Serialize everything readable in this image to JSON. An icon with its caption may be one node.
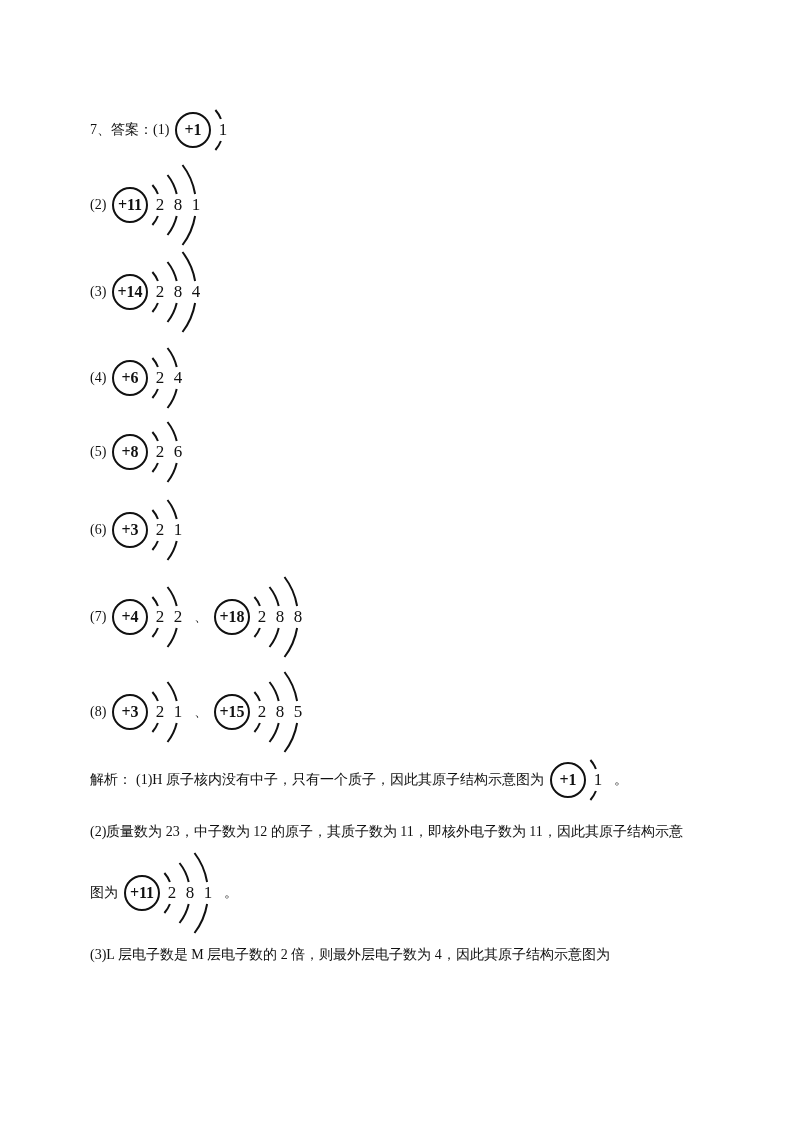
{
  "diagram": {
    "nodes": [
      {
        "text": [
          "+1"
        ],
        "beside": [
          "1"
        ]
      },
      {
        "text": [
          "+11"
        ],
        "beside": [
          "2",
          "8",
          "1"
        ]
      },
      {
        "text": [
          "+14"
        ],
        "beside": [
          "2",
          "8",
          "4"
        ]
      },
      {
        "text": [
          "+6"
        ],
        "beside": [
          "2",
          "4"
        ]
      },
      {
        "text": [
          "+8"
        ],
        "beside": [
          "2",
          "6"
        ]
      },
      {
        "text": [
          "+3"
        ],
        "beside": [
          "2",
          "1"
        ]
      },
      {
        "text": [
          "+4"
        ],
        "beside": [
          "2",
          "2"
        ]
      },
      {
        "text": [
          "+18"
        ],
        "beside": [
          "2",
          "8",
          "8"
        ]
      },
      {
        "text": [
          "+3"
        ],
        "beside": [
          "2",
          "1"
        ]
      },
      {
        "text": [
          "+15"
        ],
        "beside": [
          "2",
          "8",
          "5"
        ]
      },
      {
        "text": [
          "+1"
        ],
        "beside": [
          "1"
        ]
      },
      {
        "text": [
          "+11"
        ],
        "beside": [
          "2",
          "8",
          "1"
        ]
      }
    ],
    "edges": [],
    "labels": [
      "7、答案：(1)",
      "(2)",
      "(3)",
      "(4)",
      "(5)",
      "(6)",
      "(7)",
      "、",
      "(8)",
      "、",
      "解析：",
      "(1)H 原子核内没有中子，只有一个质子，因此其原子结构示意图为",
      "。",
      "(2)质量数为 23，中子数为 12 的原子，其质子数为 11，即核外电子数为 11，因此其原子结构示意",
      "图为",
      "。",
      "(3)L 层电子数是 M 层电子数的 2 倍，则最外层电子数为 4，因此其原子结构示意图为"
    ]
  }
}
